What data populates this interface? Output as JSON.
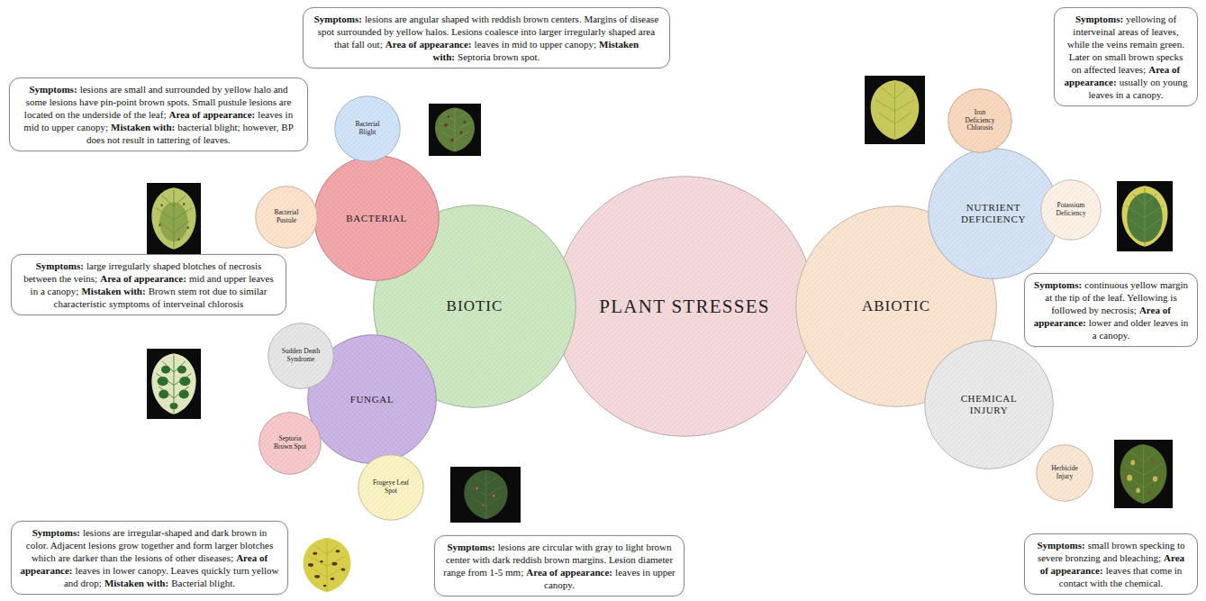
{
  "diagram": {
    "nodes": [
      {
        "text": [
          "PLANT STRESSES"
        ]
      },
      {
        "text": [
          "BIOTIC"
        ]
      },
      {
        "text": [
          "BACTERIAL"
        ]
      },
      {
        "text": [
          "Bacterial Blight"
        ]
      },
      {
        "text": [
          "Bacterial Pustule"
        ]
      },
      {
        "text": [
          "FUNGAL"
        ]
      },
      {
        "text": [
          "Sudden Death Syndrome"
        ]
      },
      {
        "text": [
          "Septoria Brown Spot"
        ]
      },
      {
        "text": [
          "Frogeye Leaf Spot"
        ]
      },
      {
        "text": [
          "ABIOTIC"
        ]
      },
      {
        "text": [
          "NUTRIENT DEFICIENCY"
        ]
      },
      {
        "text": [
          "Iron Deficiency Chlorosis"
        ]
      },
      {
        "text": [
          "Potassium Deficiency"
        ]
      },
      {
        "text": [
          "CHEMICAL INJURY"
        ]
      },
      {
        "text": [
          "Herbicide Injury"
        ]
      },
      {
        "text": [
          "Symptoms:",
          "lesions are angular shaped with reddish brown centers. Margins of disease spot surrounded by yellow halos. Lesions coalesce into larger irregularly shaped area that fall out;",
          "Area of appearance:",
          "leaves in mid to upper canopy;",
          "Mistaken with:",
          "Septoria brown spot."
        ]
      },
      {
        "text": [
          "Symptoms:",
          "lesions are small and surrounded by yellow halo and some lesions have pin-point brown spots. Small pustule lesions are located on the underside of the leaf;",
          "Area of appearance:",
          "leaves in mid to upper canopy;",
          "Mistaken with:",
          "bacterial blight; however, BP does not result in tattering of leaves."
        ]
      },
      {
        "text": [
          "Symptoms:",
          "large irregularly shaped blotches of necrosis between the veins;",
          "Area of appearance:",
          "mid and upper leaves in a canopy;",
          "Mistaken with:",
          "Brown stem rot due to similar characteristic symptoms of interveinal chlorosis"
        ]
      },
      {
        "text": [
          "Symptoms:",
          "lesions are irregular-shaped and dark brown in color. Adjacent lesions grow together and form larger blotches which are darker than the lesions of other diseases;",
          "Area of appearance:",
          "leaves in lower canopy. Leaves quickly turn yellow and drop;",
          "Mistaken with:",
          "Bacterial blight."
        ]
      },
      {
        "text": [
          "Symptoms:",
          "lesions are circular with gray to light brown center with dark reddish brown margins. Lesion diameter range from 1-5 mm;",
          "Area of appearance:",
          "leaves in upper canopy."
        ]
      },
      {
        "text": [
          "Symptoms:",
          "yellowing of interveinal areas of leaves, while the veins remain green. Later on small brown specks on affected leaves;",
          "Area of appearance:",
          "usually on young leaves in a canopy."
        ]
      },
      {
        "text": [
          "Symptoms:",
          "continuous yellow margin at the tip of the leaf. Yellowing is followed by necrosis;",
          "Area of appearance:",
          "lower and older leaves in a canopy."
        ]
      },
      {
        "text": [
          "Symptoms:",
          "small brown specking to severe bronzing and bleaching;",
          "Area of appearance:",
          "leaves that come in contact with the chemical."
        ]
      }
    ]
  }
}
